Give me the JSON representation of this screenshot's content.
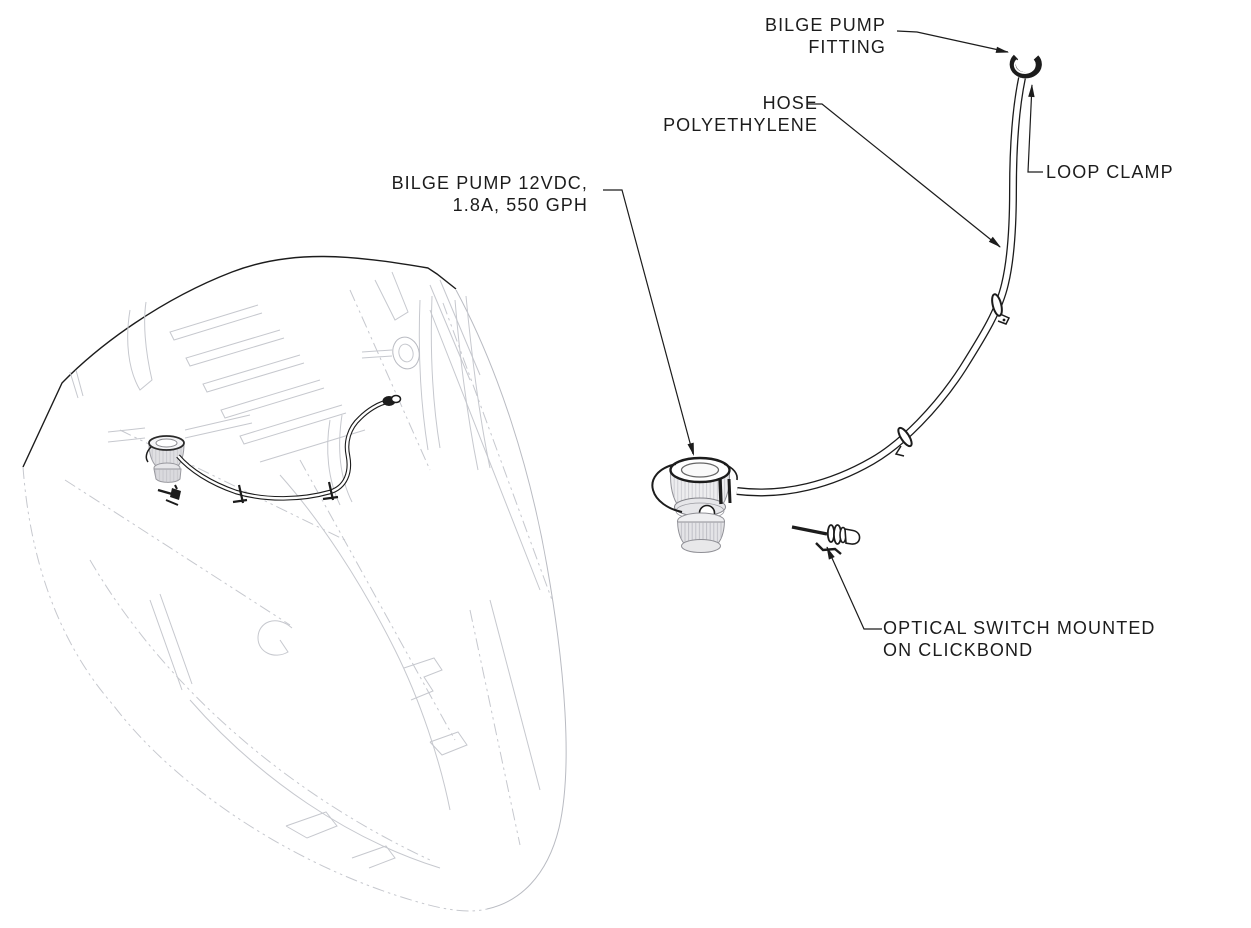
{
  "drawing": {
    "background_color": "#ffffff",
    "ink_color": "#1c1c1c",
    "ghost_color": "#c6c8ce"
  },
  "labels": {
    "bilge_pump_fitting": {
      "line1": "BILGE PUMP",
      "line2": "FITTING"
    },
    "hose": {
      "line1": "HOSE",
      "line2": "POLYETHYLENE"
    },
    "bilge_pump_spec": {
      "line1": "BILGE PUMP 12VDC,",
      "line2": "1.8A, 550 GPH"
    },
    "loop_clamp": {
      "line1": "LOOP CLAMP"
    },
    "optical_switch": {
      "line1": "OPTICAL SWITCH MOUNTED",
      "line2": "ON CLICKBOND"
    }
  }
}
